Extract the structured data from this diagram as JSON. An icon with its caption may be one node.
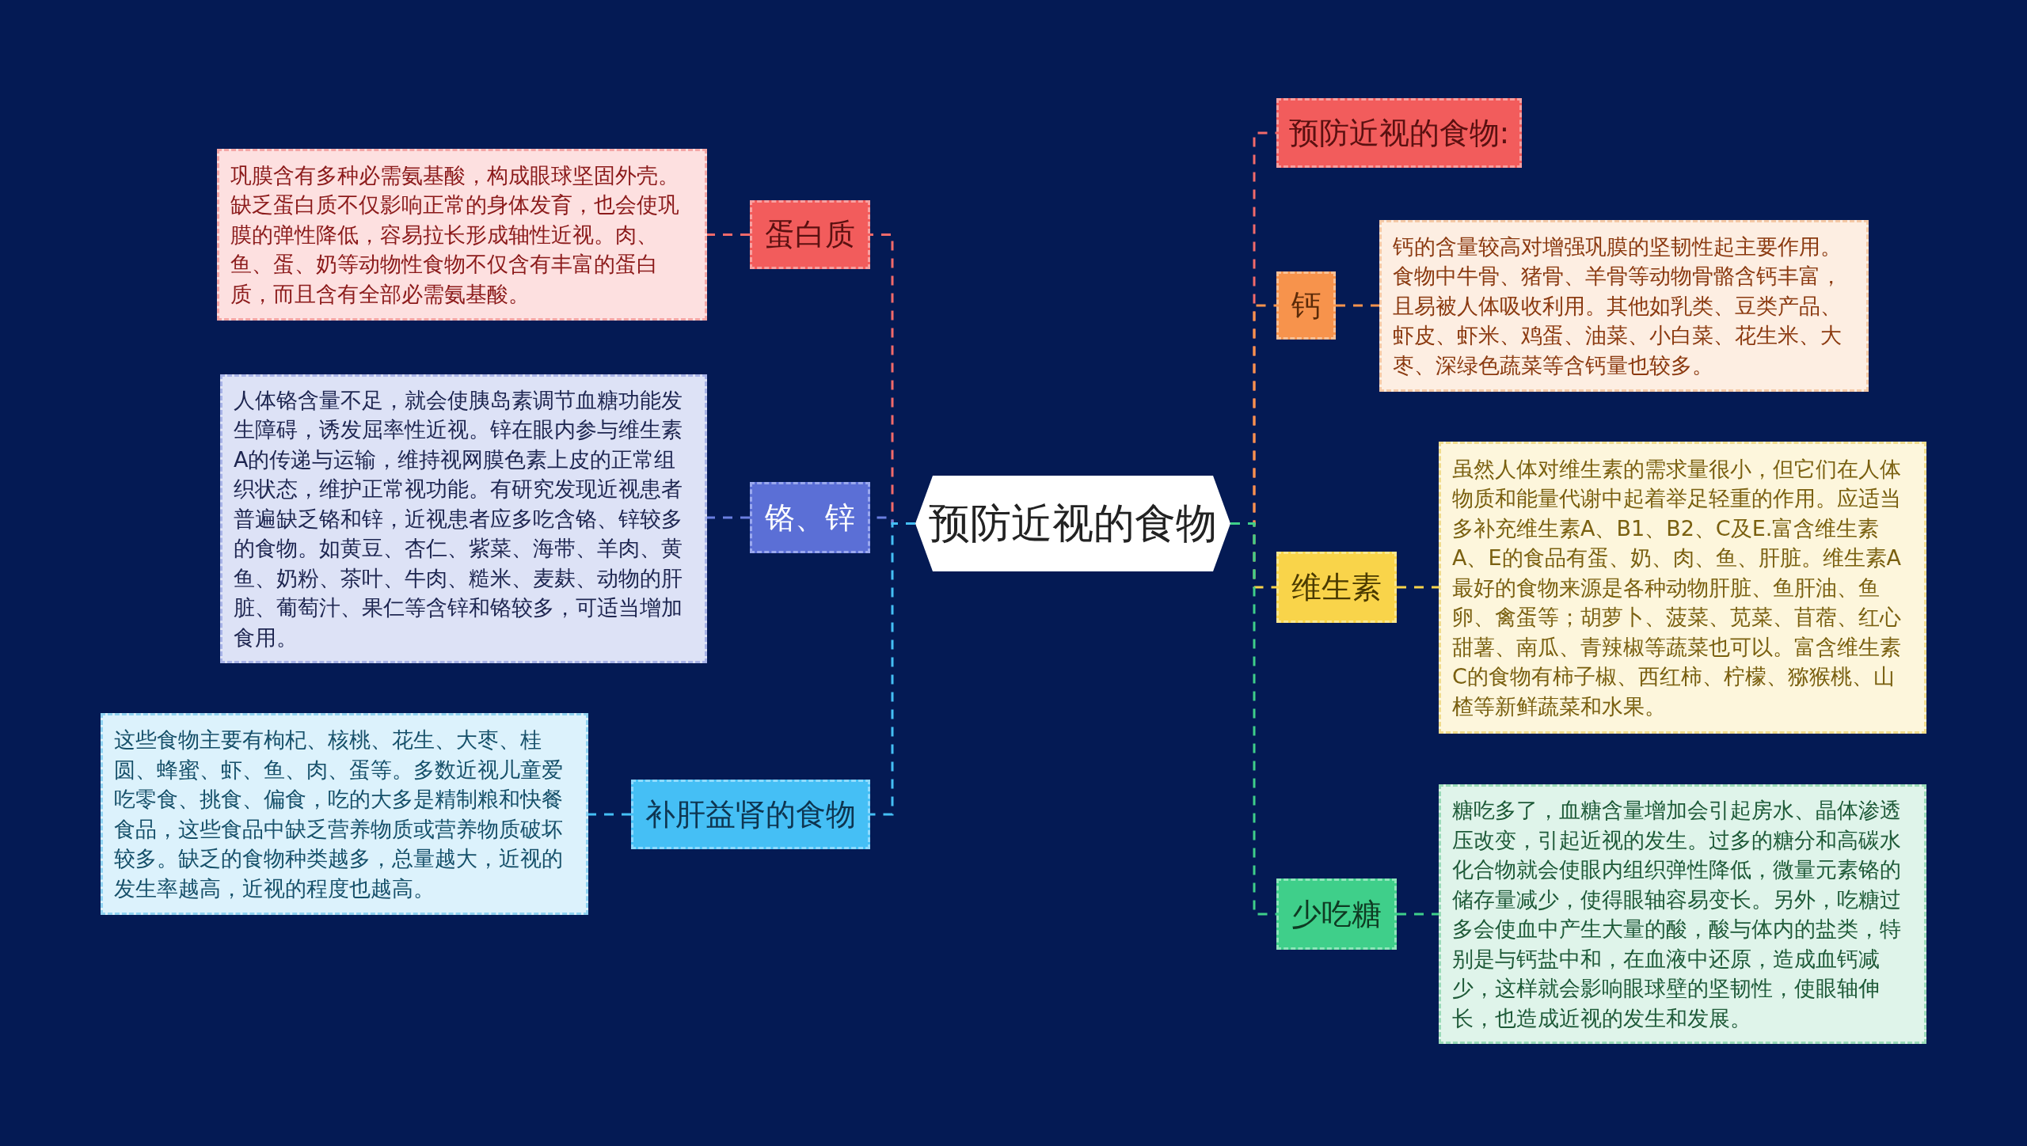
{
  "diagram": {
    "nodes": [
      {
        "text": [
          "预防近视的食物"
        ]
      },
      {
        "text": [
          "蛋白质"
        ]
      },
      {
        "text": [
          "巩膜含有多种必需氨基酸，构成眼球坚固外壳。缺乏蛋白质不仅影响正常的身体发育，也会使巩膜的弹性降低，容易拉长形成轴性近视。肉、鱼、蛋、奶等动物性食物不仅含有丰富的蛋白质，而且含有全部必需氨基酸。"
        ]
      },
      {
        "text": [
          "铬、锌"
        ]
      },
      {
        "text": [
          "人体铬含量不足，就会使胰岛素调节血糖功能发生障碍，诱发屈率性近视。锌在眼内参与维生素A的传递与运输，维持视网膜色素上皮的正常组织状态，维护正常视功能。有研究发现近视患者普遍缺乏铬和锌，近视患者应多吃含铬、锌较多的食物。如黄豆、杏仁、紫菜、海带、羊肉、黄鱼、奶粉、茶叶、牛肉、糙米、麦麸、动物的肝脏、葡萄汁、果仁等含锌和铬较多，可适当增加食用。"
        ]
      },
      {
        "text": [
          "补肝益肾的食物"
        ]
      },
      {
        "text": [
          "这些食物主要有枸杞、核桃、花生、大枣、桂圆、蜂蜜、虾、鱼、肉、蛋等。多数近视儿童爱吃零食、挑食、偏食，吃的大多是精制粮和快餐食品，这些食品中缺乏营养物质或营养物质破坏较多。缺乏的食物种类越多，总量越大，近视的发生率越高，近视的程度也越高。"
        ]
      },
      {
        "text": [
          "预防近视的食物:"
        ]
      },
      {
        "text": [
          "钙"
        ]
      },
      {
        "text": [
          "钙的含量较高对增强巩膜的坚韧性起主要作用。食物中牛骨、猪骨、羊骨等动物骨骼含钙丰富，且易被人体吸收利用。其他如乳类、豆类产品、虾皮、虾米、鸡蛋、油菜、小白菜、花生米、大枣、深绿色蔬菜等含钙量也较多。"
        ]
      },
      {
        "text": [
          "维生素"
        ]
      },
      {
        "text": [
          "虽然人体对维生素的需求量很小，但它们在人体物质和能量代谢中起着举足轻重的作用。应适当多补充维生素A、B1、B2、C及E.富含维生素A、E的食品有蛋、奶、肉、鱼、肝脏。维生素A最好的食物来源是各种动物肝脏、鱼肝油、鱼卵、禽蛋等；胡萝卜、菠菜、苋菜、苜蓿、红心甜薯、南瓜、青辣椒等蔬菜也可以。富含维生素C的食物有柿子椒、西红柿、柠檬、猕猴桃、山楂等新鲜蔬菜和水果。"
        ]
      },
      {
        "text": [
          "少吃糖"
        ]
      },
      {
        "text": [
          "糖吃多了，血糖含量增加会引起房水、晶体渗透压改变，引起近视的发生。过多的糖分和高碳水化合物就会使眼内组织弹性降低，微量元素铬的储存量减少，使得眼轴容易变长。另外，吃糖过多会使血中产生大量的酸，酸与体内的盐类，特别是与钙盐中和，在血液中还原，造成血钙减少，这样就会影响眼球壁的坚韧性，使眼轴伸长，也造成近视的发生和发展。"
        ]
      }
    ],
    "edges": [
      {
        "from": 0,
        "to": 1,
        "arrow": "none",
        "style": "dashed",
        "color": "#f26a6a"
      },
      {
        "from": 1,
        "to": 2,
        "arrow": "none",
        "style": "dashed",
        "color": "#f26a6a"
      },
      {
        "from": 0,
        "to": 3,
        "arrow": "none",
        "style": "dashed",
        "color": "#6a7fe0"
      },
      {
        "from": 3,
        "to": 4,
        "arrow": "none",
        "style": "dashed",
        "color": "#6a7fe0"
      },
      {
        "from": 0,
        "to": 5,
        "arrow": "none",
        "style": "dashed",
        "color": "#45bff5"
      },
      {
        "from": 5,
        "to": 6,
        "arrow": "none",
        "style": "dashed",
        "color": "#45bff5"
      },
      {
        "from": 0,
        "to": 7,
        "arrow": "none",
        "style": "dashed",
        "color": "#f26a6a"
      },
      {
        "from": 0,
        "to": 8,
        "arrow": "none",
        "style": "dashed",
        "color": "#f7934c"
      },
      {
        "from": 8,
        "to": 9,
        "arrow": "none",
        "style": "dashed",
        "color": "#f7934c"
      },
      {
        "from": 0,
        "to": 10,
        "arrow": "none",
        "style": "dashed",
        "color": "#f9d44a"
      },
      {
        "from": 10,
        "to": 11,
        "arrow": "none",
        "style": "dashed",
        "color": "#f9d44a"
      },
      {
        "from": 0,
        "to": 12,
        "arrow": "none",
        "style": "dashed",
        "color": "#3fcf8a"
      },
      {
        "from": 12,
        "to": 13,
        "arrow": "none",
        "style": "dashed",
        "color": "#3fcf8a"
      }
    ]
  }
}
